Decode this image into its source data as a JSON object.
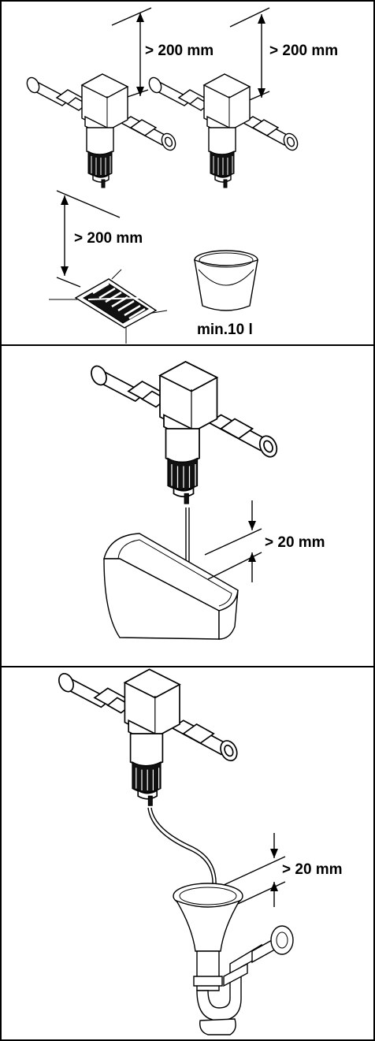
{
  "panels": [
    {
      "labels": {
        "top_left": "> 200 mm",
        "top_right": "> 200 mm",
        "floor": "> 200 mm",
        "bucket": "min.10 l"
      },
      "icons": [
        "filter-unit-icon",
        "filter-unit-icon",
        "floor-drain-icon",
        "bucket-icon"
      ]
    },
    {
      "labels": {
        "gap": "> 20 mm"
      },
      "icons": [
        "filter-unit-icon",
        "drain-basin-icon"
      ]
    },
    {
      "labels": {
        "gap": "> 20 mm"
      },
      "icons": [
        "filter-unit-icon",
        "siphon-trap-icon"
      ]
    }
  ]
}
